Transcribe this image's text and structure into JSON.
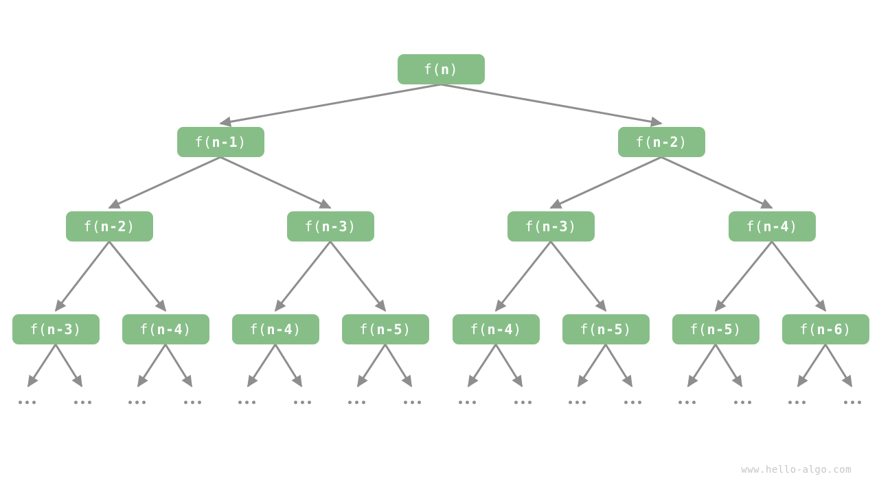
{
  "diagram": {
    "type": "recursion-tree",
    "watermark": "www.hello-algo.com",
    "ellipsis": "...",
    "colors": {
      "background": "#FFFFFF",
      "node_fill": "#87BE88",
      "node_text": "#FFFFFF",
      "arrow": "#8E8E8E",
      "ellipsis_dot": "#8F8F8F",
      "watermark_text": "#C6C6C6"
    },
    "nodes": [
      {
        "label": "f(n)",
        "pre": "f(",
        "arg": "n",
        "post": ")",
        "children": [
          1,
          2
        ]
      },
      {
        "label": "f(n-1)",
        "pre": "f(",
        "arg": "n-1",
        "post": ")",
        "children": [
          3,
          4
        ]
      },
      {
        "label": "f(n-2)",
        "pre": "f(",
        "arg": "n-2",
        "post": ")",
        "children": [
          5,
          6
        ]
      },
      {
        "label": "f(n-2)",
        "pre": "f(",
        "arg": "n-2",
        "post": ")",
        "children": [
          7,
          8
        ]
      },
      {
        "label": "f(n-3)",
        "pre": "f(",
        "arg": "n-3",
        "post": ")",
        "children": [
          9,
          10
        ]
      },
      {
        "label": "f(n-3)",
        "pre": "f(",
        "arg": "n-3",
        "post": ")",
        "children": [
          11,
          12
        ]
      },
      {
        "label": "f(n-4)",
        "pre": "f(",
        "arg": "n-4",
        "post": ")",
        "children": [
          13,
          14
        ]
      },
      {
        "label": "f(n-3)",
        "pre": "f(",
        "arg": "n-3",
        "post": ")",
        "children": "ellipsis"
      },
      {
        "label": "f(n-4)",
        "pre": "f(",
        "arg": "n-4",
        "post": ")",
        "children": "ellipsis"
      },
      {
        "label": "f(n-4)",
        "pre": "f(",
        "arg": "n-4",
        "post": ")",
        "children": "ellipsis"
      },
      {
        "label": "f(n-5)",
        "pre": "f(",
        "arg": "n-5",
        "post": ")",
        "children": "ellipsis"
      },
      {
        "label": "f(n-4)",
        "pre": "f(",
        "arg": "n-4",
        "post": ")",
        "children": "ellipsis"
      },
      {
        "label": "f(n-5)",
        "pre": "f(",
        "arg": "n-5",
        "post": ")",
        "children": "ellipsis"
      },
      {
        "label": "f(n-5)",
        "pre": "f(",
        "arg": "n-5",
        "post": ")",
        "children": "ellipsis"
      },
      {
        "label": "f(n-6)",
        "pre": "f(",
        "arg": "n-6",
        "post": ")",
        "children": "ellipsis"
      }
    ]
  }
}
